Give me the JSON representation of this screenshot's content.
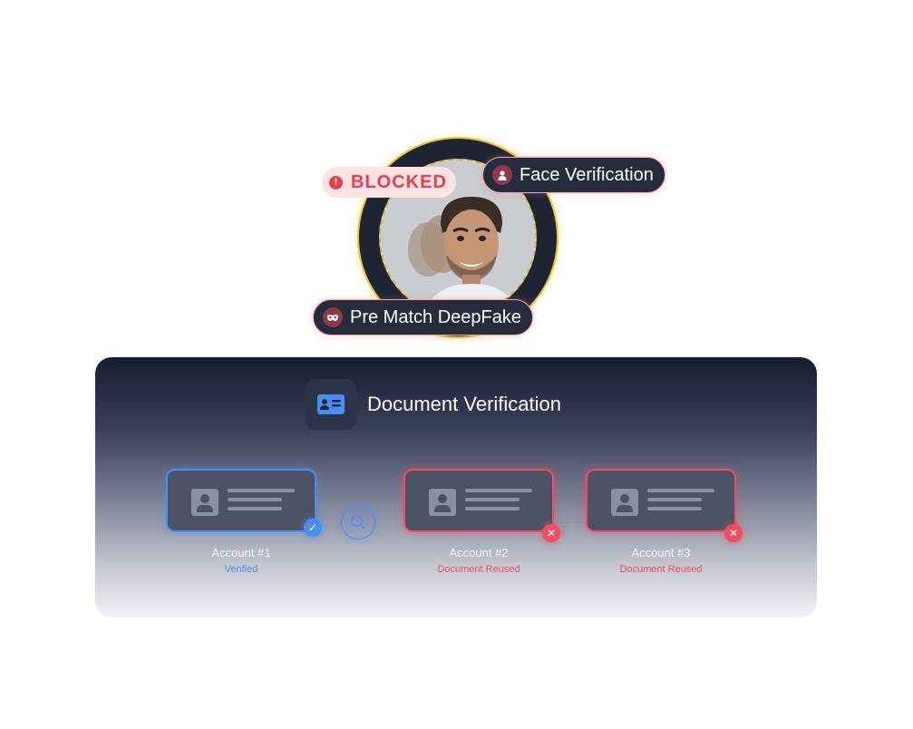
{
  "face": {
    "blocked_label": "BLOCKED",
    "blocked_icon": "!",
    "face_verification_label": "Face Verification",
    "deepfake_label": "Pre Match DeepFake"
  },
  "document": {
    "title": "Document Verification",
    "accounts": [
      {
        "label": "Account #1",
        "status": "Verified",
        "badge": "✓"
      },
      {
        "label": "Account #2",
        "status": "Document Reused",
        "badge": "✕"
      },
      {
        "label": "Account #3",
        "status": "Document Reused",
        "badge": "✕"
      }
    ]
  },
  "colors": {
    "verified": "#4a8ff0",
    "reused": "#ef4d63",
    "ring": "#e8c23a",
    "blocked_text": "#ef3b4c"
  },
  "icons": [
    "alert-icon",
    "person-icon",
    "mask-icon",
    "id-card-icon",
    "search-icon",
    "check-icon",
    "close-icon"
  ]
}
